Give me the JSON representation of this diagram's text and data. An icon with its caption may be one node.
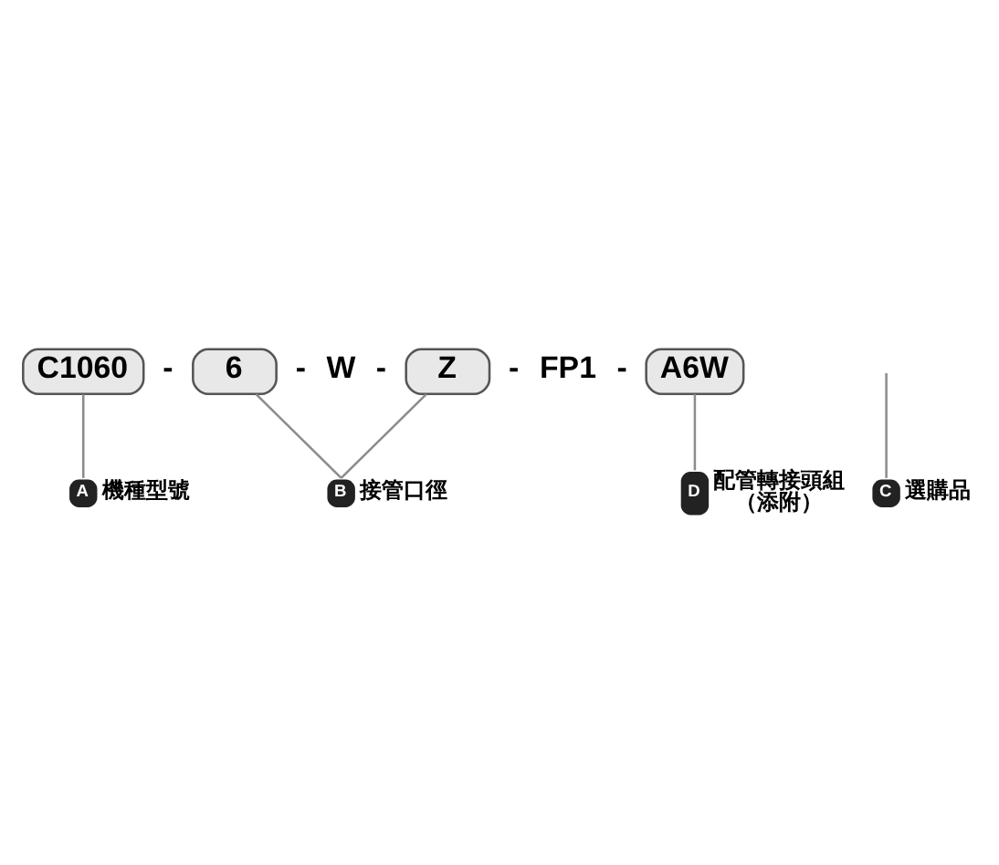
{
  "diagram": {
    "nodes": [
      {
        "text": [
          "C1060"
        ]
      },
      {
        "text": [
          "6"
        ]
      },
      {
        "text": [
          "Z"
        ]
      },
      {
        "text": [
          "A6W"
        ]
      },
      {
        "text": [
          "A",
          "機種型號"
        ]
      },
      {
        "text": [
          "B",
          "接管口徑"
        ]
      },
      {
        "text": [
          "D",
          "配管轉接頭組",
          "（添附）"
        ]
      },
      {
        "text": [
          "C",
          "選購品"
        ]
      }
    ],
    "edges": [
      {
        "from": 0,
        "to": 4,
        "arrow": "none"
      },
      {
        "from": 1,
        "to": 5,
        "arrow": "none"
      },
      {
        "from": 2,
        "to": 5,
        "arrow": "none"
      },
      {
        "from": 3,
        "to": 6,
        "arrow": "none"
      },
      {
        "from": null,
        "to": 7,
        "arrow": "none"
      }
    ],
    "labels": [
      "-",
      "-",
      "W",
      "-",
      "-",
      "FP1",
      "-"
    ]
  }
}
